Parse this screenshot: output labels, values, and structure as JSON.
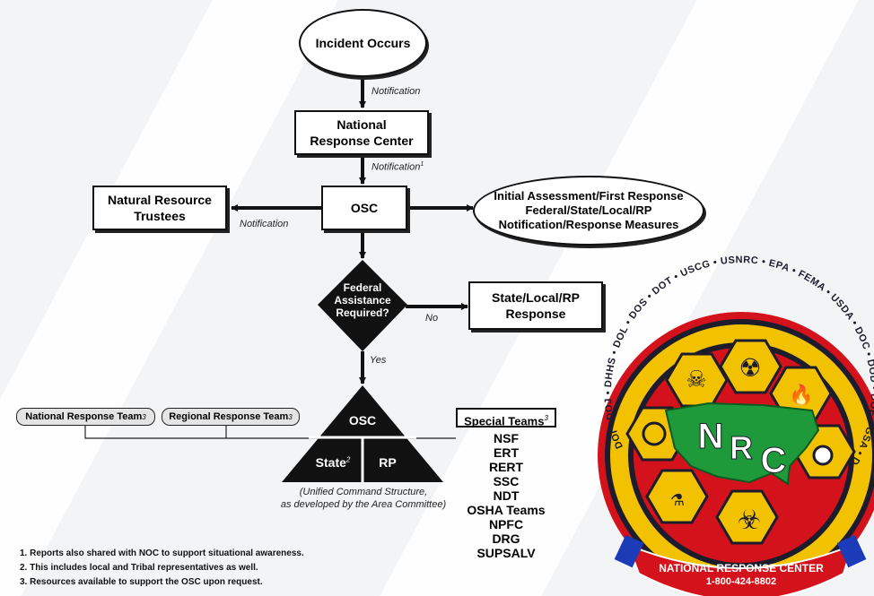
{
  "nodes": {
    "incident": "Incident Occurs",
    "nrc": "National Response Center",
    "osc": "OSC",
    "trustees": "Natural Resource Trustees",
    "initial_line1": "Initial Assessment/First Response",
    "initial_line2": "Federal/State/Local/RP",
    "initial_line3": "Notification/Response Measures",
    "decision_line1": "Federal",
    "decision_line2": "Assistance",
    "decision_line3": "Required?",
    "state_local": "State/Local/RP Response",
    "triangle_top": "OSC",
    "triangle_left": "State",
    "triangle_left_sup": "2",
    "triangle_right": "RP",
    "national_team": "National Response Team",
    "national_team_sup": "3",
    "regional_team": "Regional Response Team",
    "regional_team_sup": "3",
    "unified_line1": "(Unified Command Structure,",
    "unified_line2": "as developed by the Area Committee)"
  },
  "edge_labels": {
    "notification1": "Notification",
    "notification2": "Notification",
    "notification2_sup": "1",
    "notification3": "Notification",
    "no": "No",
    "yes": "Yes"
  },
  "special_teams": {
    "title": "Special Teams",
    "title_sup": "3",
    "items": [
      "NSF",
      "ERT",
      "RERT",
      "SSC",
      "NDT",
      "OSHA Teams",
      "NPFC",
      "DRG",
      "SUPSALV"
    ]
  },
  "footnotes": [
    "1. Reports also shared with NOC to support situational awareness.",
    "2. This includes local and Tribal representatives as well.",
    "3. Resources available to support the OSC upon request."
  ],
  "seal": {
    "ring_text": "DOI • DOJ • DHHS • DOL • DOS • DOT • USCG • USNRC • EPA • FEMA • USDA • DOC • DOD • DOE • GSA • DHS",
    "letters": [
      "N",
      "R",
      "C"
    ],
    "banner_line1": "NATIONAL RESPONSE CENTER",
    "banner_line2": "1-800-424-8802",
    "colors": {
      "gold": "#f2c200",
      "red": "#d3121b",
      "green": "#1e9a3a",
      "navy": "#1c1c2c"
    }
  }
}
